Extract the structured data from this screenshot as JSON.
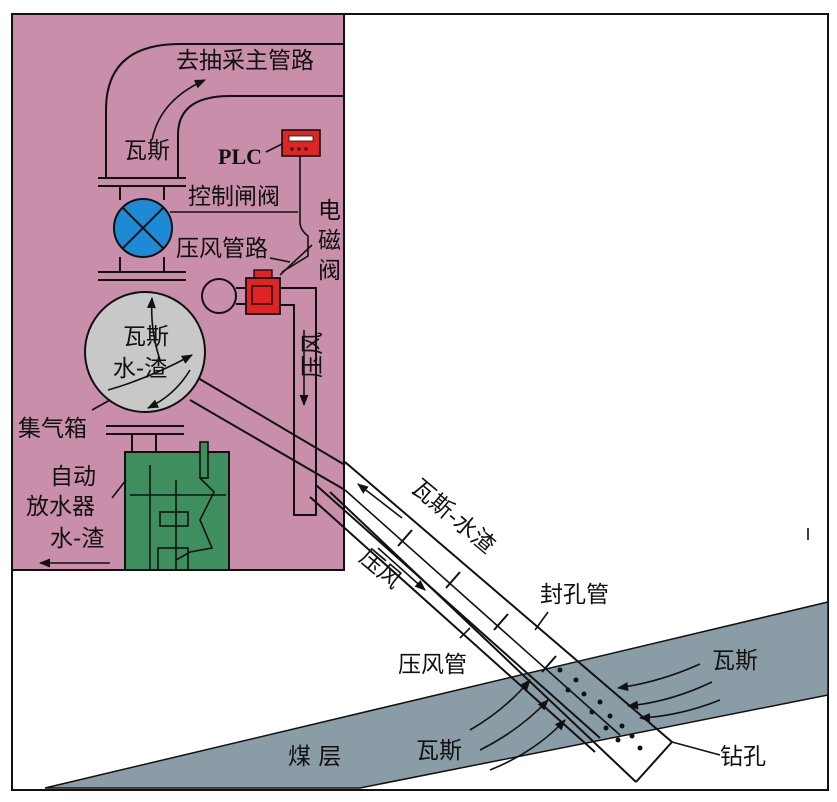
{
  "colors": {
    "room": "#c98ea9",
    "coal": "#8a9ca6",
    "valve": "#1e8ad6",
    "plc": "#e02424",
    "drain": "#3f8f5e",
    "box": "#c8c8c8"
  },
  "labels": {
    "main_pipe": "去抽采主管路",
    "gas_top": "瓦斯",
    "plc": "PLC",
    "control_valve": "控制闸阀",
    "solenoid_1": "电",
    "solenoid_2": "磁",
    "solenoid_3": "阀",
    "air_pipeline": "压风管路",
    "compressed_air_v": "压风",
    "box_gas": "瓦斯",
    "box_water": "水-渣",
    "gas_box": "集气箱",
    "drain_1": "自动",
    "drain_2": "放水器",
    "drain_water": "水-渣",
    "gas_water_slag": "瓦斯-水渣",
    "compressed_air_d": "压风",
    "seal_pipe": "封孔管",
    "air_pipe": "压风管",
    "gas_right": "瓦斯",
    "gas_bottom": "瓦斯",
    "coal_seam": "煤 层",
    "borehole": "钻孔"
  }
}
